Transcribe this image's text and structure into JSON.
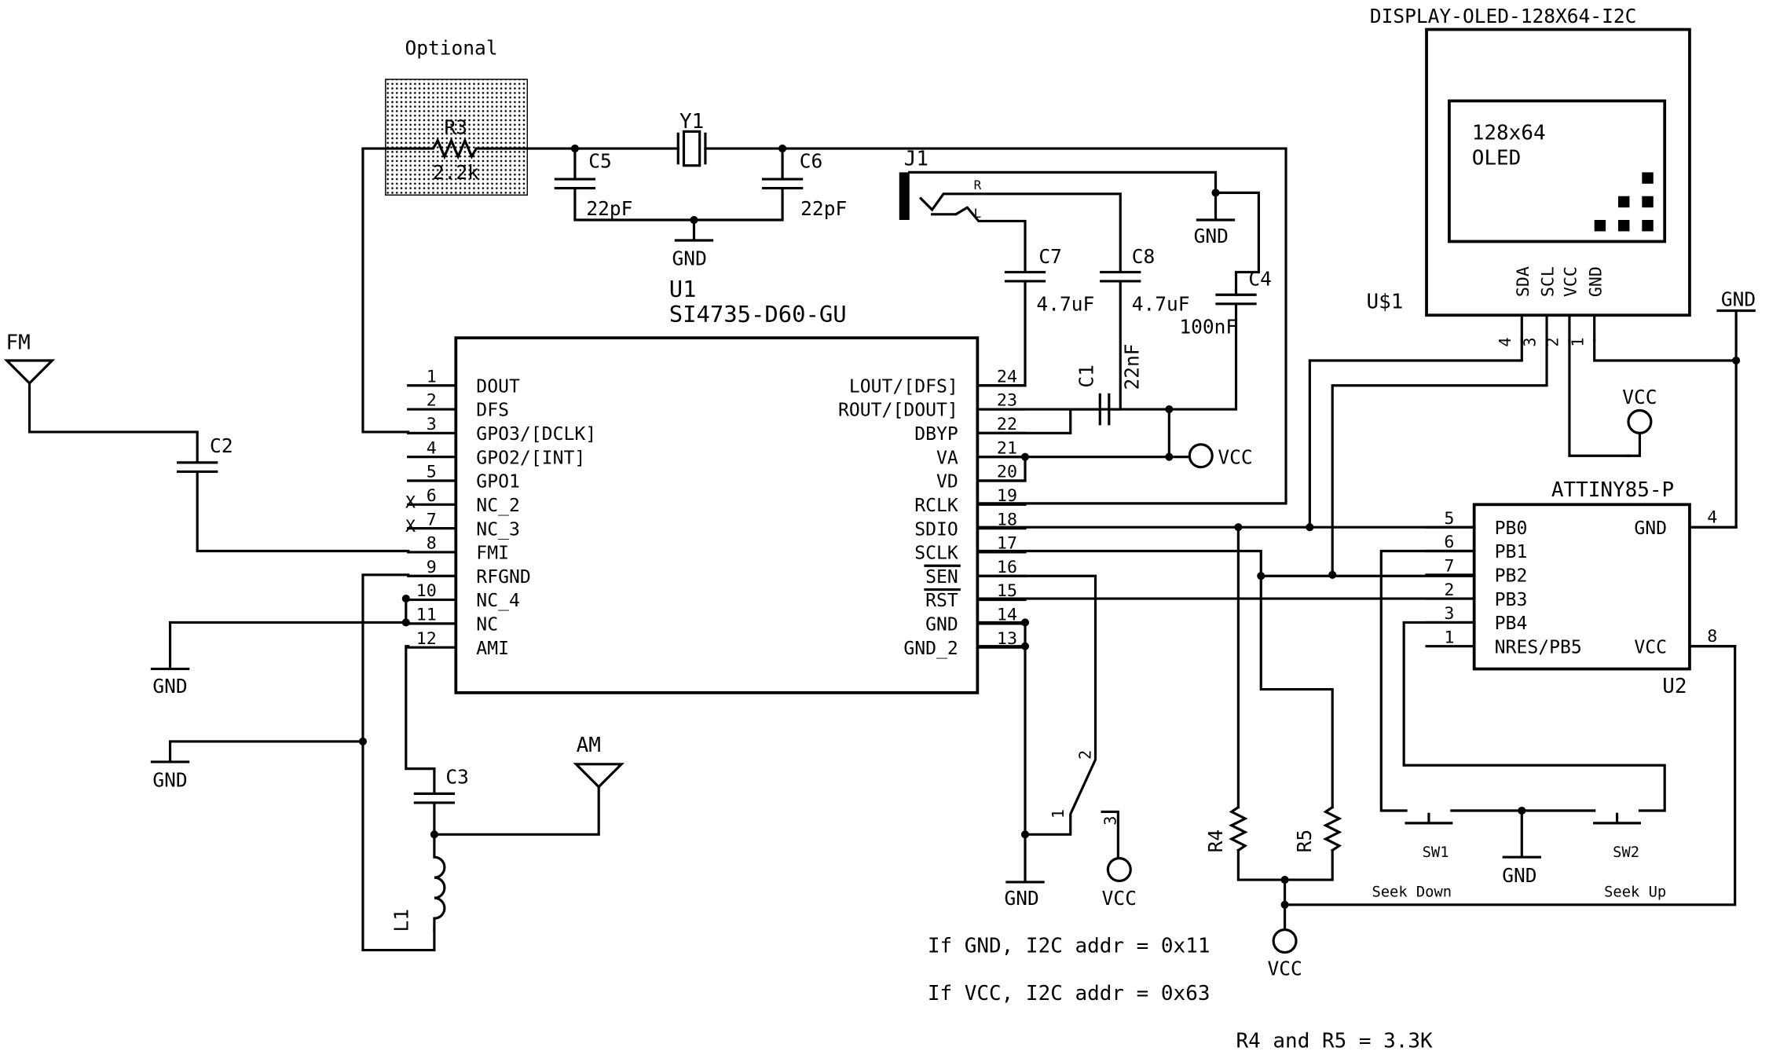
{
  "optional": "Optional",
  "r3": {
    "ref": "R3",
    "value": "2.2k"
  },
  "y1": "Y1",
  "c5": {
    "ref": "C5",
    "value": "22pF"
  },
  "c6": {
    "ref": "C6",
    "value": "22pF"
  },
  "c7": {
    "ref": "C7",
    "value": "4.7uF"
  },
  "c8": {
    "ref": "C8",
    "value": "4.7uF"
  },
  "c4": {
    "ref": "C4",
    "value": "100nF"
  },
  "c1": {
    "ref": "C1",
    "value": "22nF"
  },
  "c2": "C2",
  "c3": "C3",
  "l1": "L1",
  "j1": {
    "ref": "J1",
    "r": "R",
    "l": "L"
  },
  "gnd": "GND",
  "vcc": "VCC",
  "fm": "FM",
  "am": "AM",
  "u1": {
    "ref": "U1",
    "part": "SI4735-D60-GU",
    "left_pins": [
      {
        "num": "1",
        "name": "DOUT"
      },
      {
        "num": "2",
        "name": "DFS"
      },
      {
        "num": "3",
        "name": "GPO3/[DCLK]"
      },
      {
        "num": "4",
        "name": "GPO2/[INT]"
      },
      {
        "num": "5",
        "name": "GPO1"
      },
      {
        "num": "6",
        "name": "NC_2"
      },
      {
        "num": "7",
        "name": "NC_3"
      },
      {
        "num": "8",
        "name": "FMI"
      },
      {
        "num": "9",
        "name": "RFGND"
      },
      {
        "num": "10",
        "name": "NC_4"
      },
      {
        "num": "11",
        "name": "NC"
      },
      {
        "num": "12",
        "name": "AMI"
      }
    ],
    "right_pins": [
      {
        "num": "24",
        "name": "LOUT/[DFS]"
      },
      {
        "num": "23",
        "name": "ROUT/[DOUT]"
      },
      {
        "num": "22",
        "name": "DBYP"
      },
      {
        "num": "21",
        "name": "VA"
      },
      {
        "num": "20",
        "name": "VD"
      },
      {
        "num": "19",
        "name": "RCLK"
      },
      {
        "num": "18",
        "name": "SDIO"
      },
      {
        "num": "17",
        "name": "SCLK"
      },
      {
        "num": "16",
        "name": "SEN"
      },
      {
        "num": "15",
        "name": "RST"
      },
      {
        "num": "14",
        "name": "GND"
      },
      {
        "num": "13",
        "name": "GND_2"
      }
    ]
  },
  "display": {
    "part": "DISPLAY-OLED-128X64-I2C",
    "ref": "U$1",
    "screen_line1": "128x64",
    "screen_line2": "OLED",
    "pins": [
      {
        "name": "SDA",
        "num": "4"
      },
      {
        "name": "SCL",
        "num": "3"
      },
      {
        "name": "VCC",
        "num": "2"
      },
      {
        "name": "GND",
        "num": "1"
      }
    ]
  },
  "attiny": {
    "part": "ATTINY85-P",
    "ref": "U2",
    "left_pins": [
      {
        "num": "5",
        "name": "PB0"
      },
      {
        "num": "6",
        "name": "PB1"
      },
      {
        "num": "7",
        "name": "PB2"
      },
      {
        "num": "2",
        "name": "PB3"
      },
      {
        "num": "3",
        "name": "PB4"
      },
      {
        "num": "1",
        "name": "NRES/PB5"
      }
    ],
    "gnd_name": "GND",
    "gnd_num": "4",
    "vcc_name": "VCC",
    "vcc_num": "8"
  },
  "switch": {
    "pin1": "1",
    "pin2": "2",
    "pin3": "3"
  },
  "r4": "R4",
  "r5": "R5",
  "sw1": {
    "ref": "SW1",
    "label": "Seek Down"
  },
  "sw2": {
    "ref": "SW2",
    "label": "Seek Up"
  },
  "nc_mark": "X",
  "notes": {
    "gnd_addr": "If GND, I2C addr =  0x11",
    "vcc_addr": "If VCC, I2C addr =  0x63",
    "resistors": "R4 and R5 = 3.3K"
  }
}
